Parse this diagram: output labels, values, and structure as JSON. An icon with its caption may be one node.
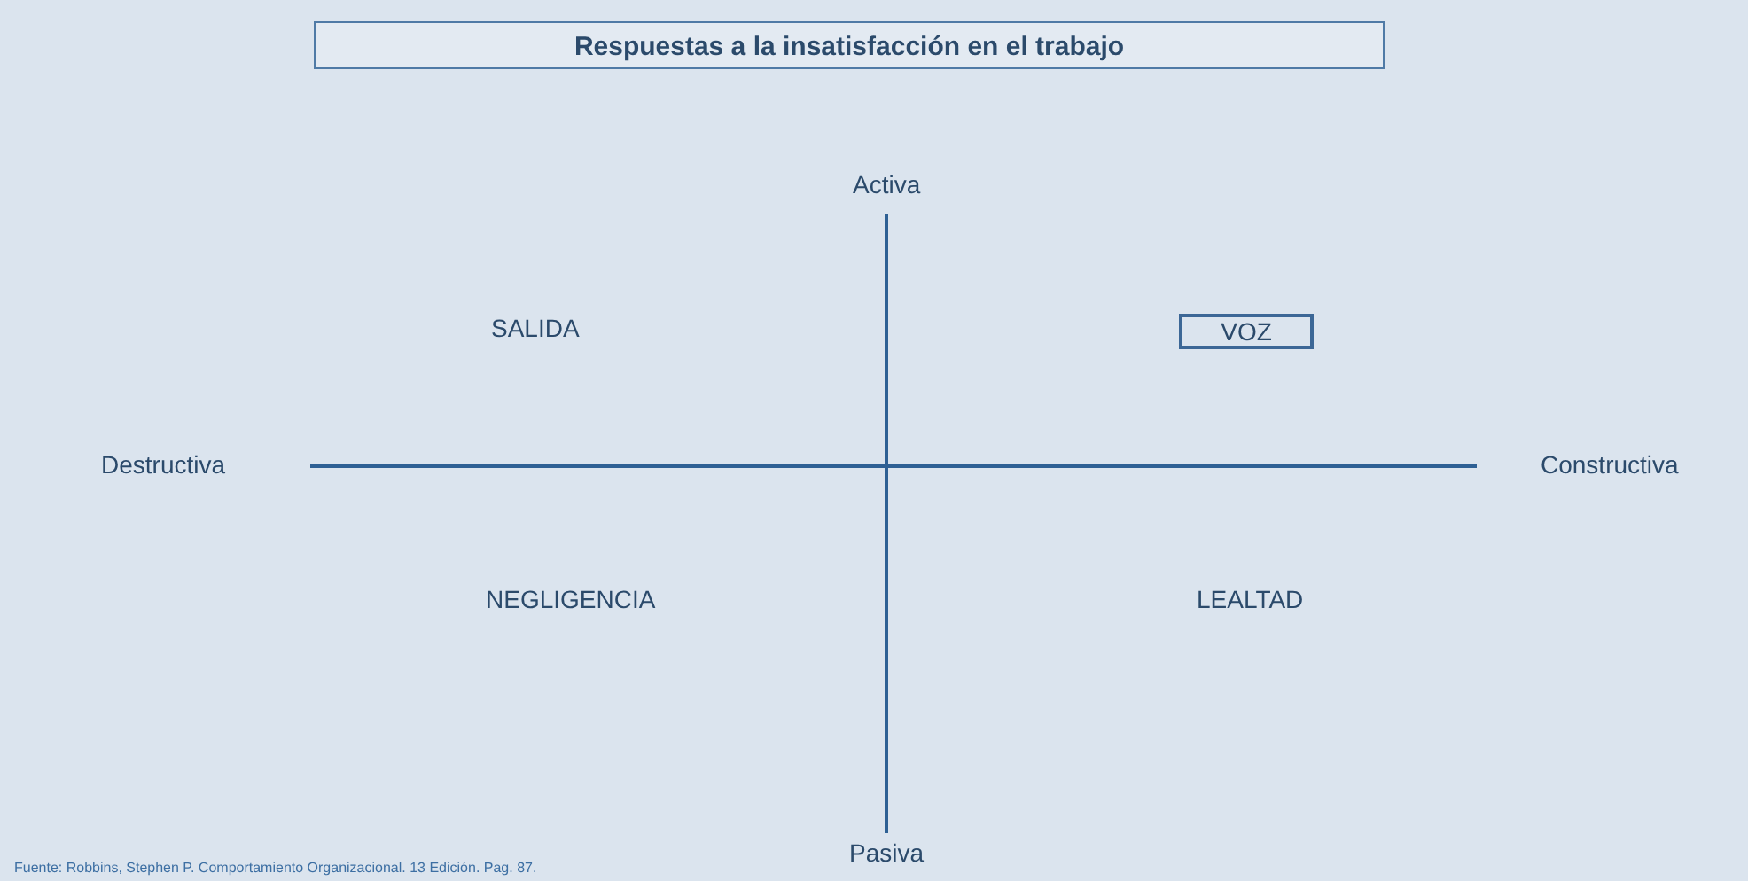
{
  "diagram": {
    "title": "Respuestas a la insatisfacción en el trabajo",
    "caption": "Fuente: Robbins, Stephen P. Comportamiento Organizacional. 13 Edición. Pag. 87.",
    "nodes": [
      {
        "text": [
          "VOZ"
        ]
      }
    ],
    "labels": [
      "Activa",
      "SALIDA",
      "Destructiva",
      "Constructiva",
      "NEGLIGENCIA",
      "LEALTAD",
      "Pasiva"
    ]
  }
}
